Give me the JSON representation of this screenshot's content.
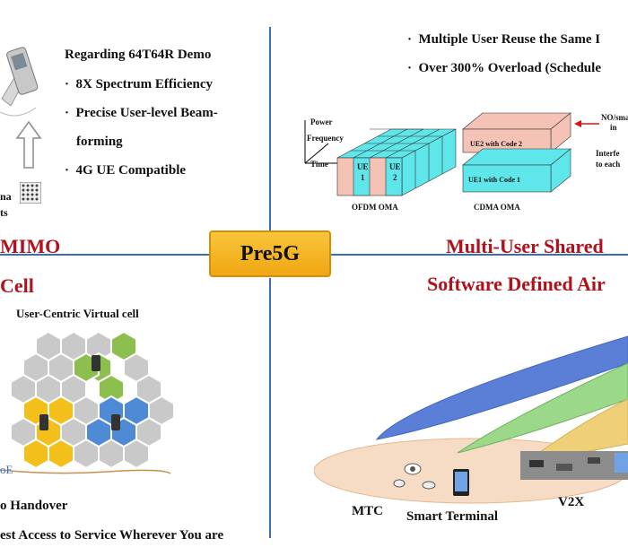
{
  "center": {
    "label": "Pre5G"
  },
  "mimo": {
    "heading": "Regarding 64T64R Demo",
    "bullets": [
      "8X Spectrum Efficiency",
      "Precise User-level Beam-",
      "forming",
      "4G UE Compatible"
    ],
    "bullet_symbol": "·",
    "frag_ma": "na",
    "frag_ts": "ts",
    "title": "MIMO"
  },
  "shared": {
    "bullets": [
      "Multiple User Reuse the Same I",
      "Over 300% Overload (Schedule"
    ],
    "power_label": "Power",
    "frequency_label": "Frequency",
    "time_label": "Time",
    "ue1_label": "UE\n1",
    "ue2_label": "UE\n2",
    "ue2_code": "UE2 with Code 2",
    "ue1_code": "UE1 with Code 1",
    "ofdm_label": "OFDM OMA",
    "cdma_label": "CDMA OMA",
    "nosma_label": "NO/sma",
    "nosma_label2": "in",
    "interf_label": "Interfe",
    "interf_label2": "to each",
    "title": "Multi-User Shared"
  },
  "cell": {
    "title": "Cell",
    "sub": "User-Centric Virtual cell",
    "frag_e": "oE",
    "handover": "o Handover",
    "access": "est Access to Service Wherever You are"
  },
  "air": {
    "title": "Software Defined Air",
    "mtc": "MTC",
    "smart": "Smart Terminal",
    "v2x": "V2X"
  },
  "colors": {
    "accent_blue": "#3a6fb5",
    "title_red": "#b0121b",
    "box_yellow": "#f0a712",
    "cyan": "#5ee6ea",
    "pink": "#f5c3b5"
  }
}
